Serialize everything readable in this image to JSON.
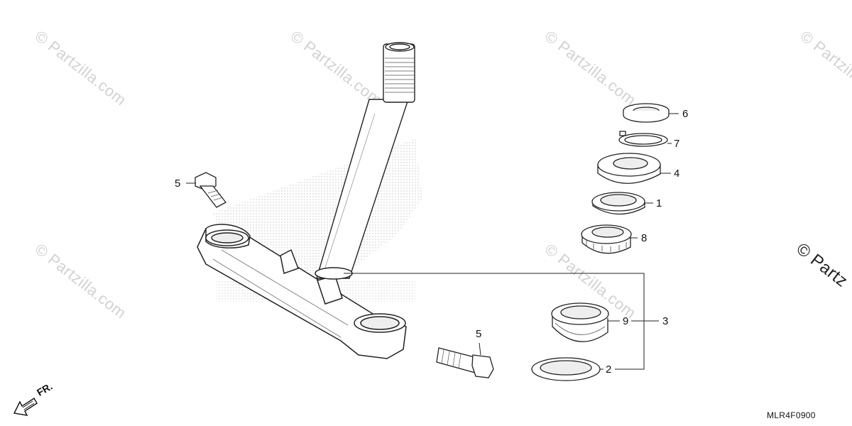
{
  "watermark": {
    "text": "© Partzilla.com",
    "edge_text": "© Partz"
  },
  "diagram_code": "MLR4F0900",
  "front_arrow": {
    "label": "FR."
  },
  "callouts": {
    "bolt_left": "5",
    "bolt_right": "5",
    "adjusting_nut": "6",
    "lock_washer": "7",
    "top_cone_race": "4",
    "dust_seal": "1",
    "upper_bearing": "8",
    "lower_bearing": "9",
    "bearing_kit": "3",
    "lower_dust_seal": "2"
  }
}
